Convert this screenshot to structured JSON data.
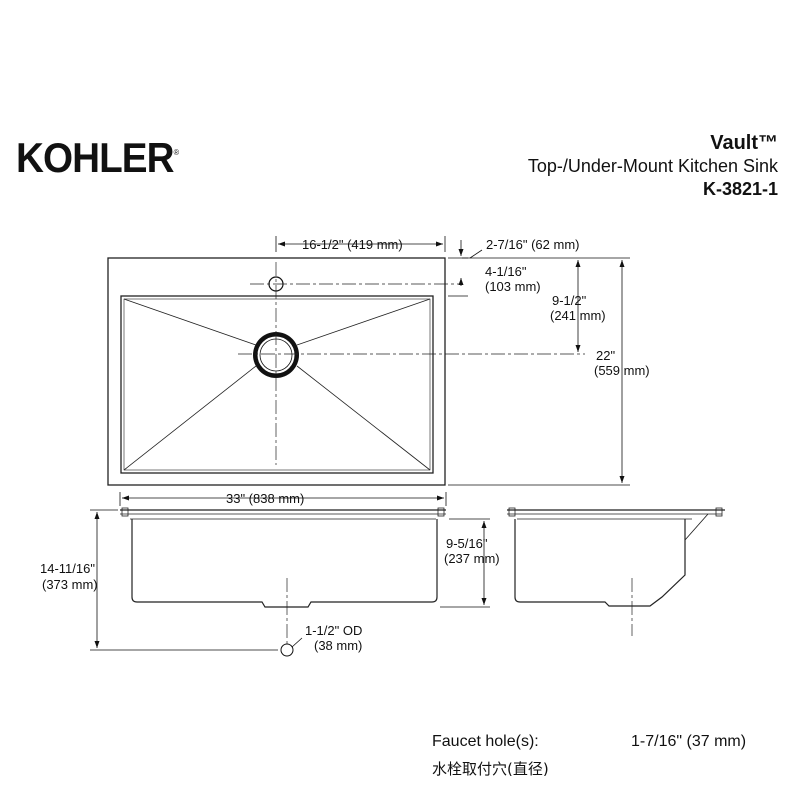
{
  "brand": {
    "logo_text": "KOHLER",
    "logo_mark": "®"
  },
  "product": {
    "name": "Vault™",
    "description": "Top-/Under-Mount Kitchen Sink",
    "model": "K-3821-1"
  },
  "dimensions": {
    "faucet_offset": "16-1/2\" (419 mm)",
    "deck_height": "2-7/16\" (62 mm)",
    "faucet_to_bowl_1": "4-1/16\"",
    "faucet_to_bowl_2": "(103 mm)",
    "drain_offset_1": "9-1/2\"",
    "drain_offset_2": "(241 mm)",
    "depth_total_1": "22\"",
    "depth_total_2": "(559 mm)",
    "width_total": "33\" (838 mm)",
    "bowl_depth_1": "9-5/16\"",
    "bowl_depth_2": "(237 mm)",
    "overall_height_1": "14-11/16\"",
    "overall_height_2": "(373 mm)",
    "drain_od_1": "1-1/2\" OD",
    "drain_od_2": "(38 mm)"
  },
  "footer": {
    "faucet_label": "Faucet hole(s):",
    "faucet_value": "1-7/16\" (37 mm)",
    "faucet_label_cn": "水栓取付穴(直径)"
  }
}
